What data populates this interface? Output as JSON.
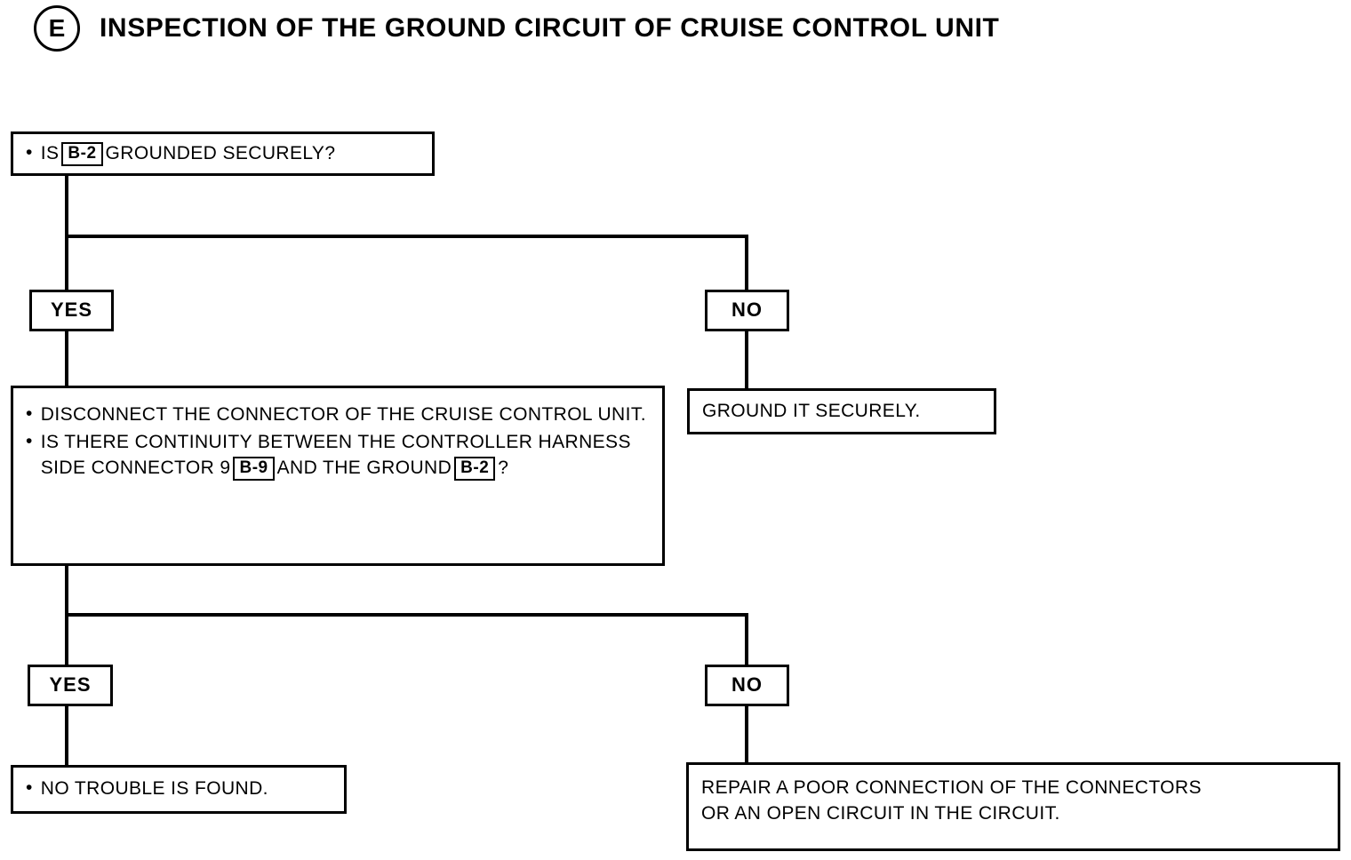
{
  "header": {
    "badge": "E",
    "title": "INSPECTION OF THE GROUND CIRCUIT OF CRUISE CONTROL UNIT"
  },
  "nodes": {
    "q1": {
      "name": "question-ground-secure",
      "line1_pre": "IS",
      "line1_tag": "B-2",
      "line1_post": "GROUNDED SECURELY?"
    },
    "q1_yes": {
      "label": "YES"
    },
    "q1_no": {
      "label": "NO"
    },
    "action_ground": {
      "text": "GROUND IT SECURELY."
    },
    "q2": {
      "b1": "DISCONNECT THE CONNECTOR OF THE CRUISE CONTROL UNIT.",
      "b2_part1": "IS THERE CONTINUITY BETWEEN THE CONTROLLER HARNESS SIDE CONNECTOR 9",
      "b2_tag1": "B-9",
      "b2_part2": "AND THE GROUND",
      "b2_tag2": "B-2",
      "b2_part3": "?"
    },
    "q2_yes": {
      "label": "YES"
    },
    "q2_no": {
      "label": "NO"
    },
    "result_ok": {
      "text": "NO TROUBLE IS FOUND."
    },
    "result_repair": {
      "line1": "REPAIR A POOR CONNECTION OF THE CONNECTORS",
      "line2": "OR AN OPEN CIRCUIT IN THE CIRCUIT."
    }
  },
  "colors": {
    "ink": "#000000",
    "paper": "#ffffff"
  }
}
